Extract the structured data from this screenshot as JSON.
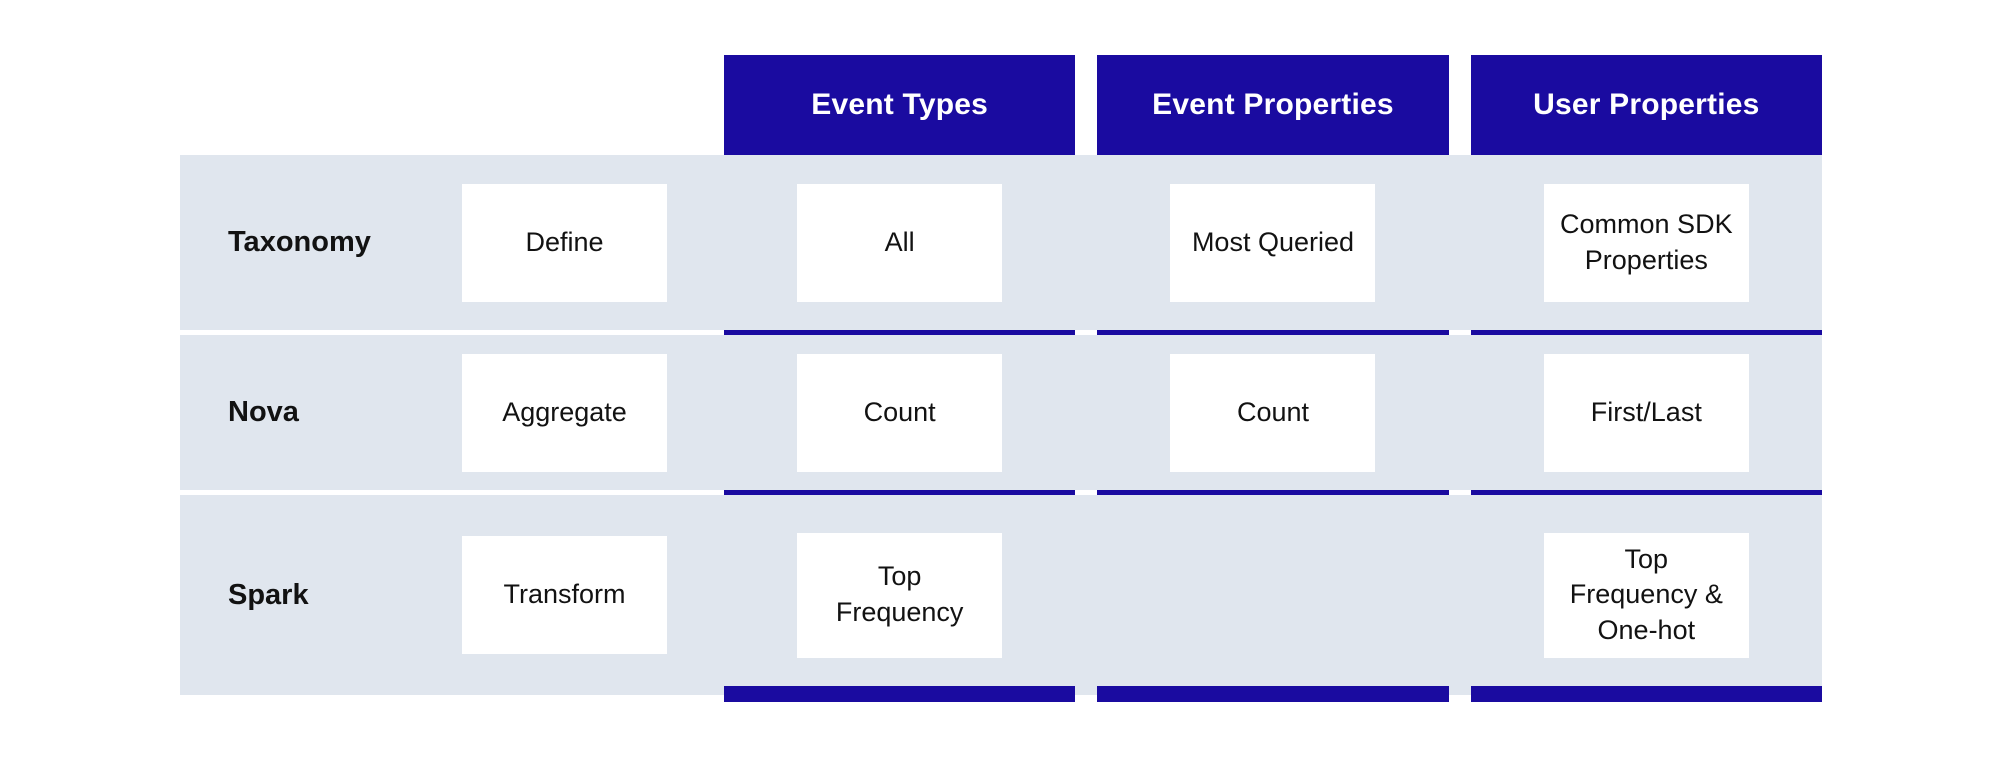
{
  "colors": {
    "accent": "#1a0ba0",
    "row_background": "#e0e6ee",
    "chip_background": "#ffffff",
    "page_background": "#ffffff",
    "text": "#121212",
    "header_text": "#ffffff"
  },
  "columns": [
    {
      "label": "Event Types"
    },
    {
      "label": "Event Properties"
    },
    {
      "label": "User Properties"
    }
  ],
  "rows": [
    {
      "label": "Taxonomy",
      "action": "Define",
      "cells": [
        "All",
        "Most Queried",
        "Common SDK Properties"
      ]
    },
    {
      "label": "Nova",
      "action": "Aggregate",
      "cells": [
        "Count",
        "Count",
        "First/Last"
      ]
    },
    {
      "label": "Spark",
      "action": "Transform",
      "cells": [
        "Top Frequency",
        "",
        "Top Frequency & One-hot"
      ]
    }
  ]
}
